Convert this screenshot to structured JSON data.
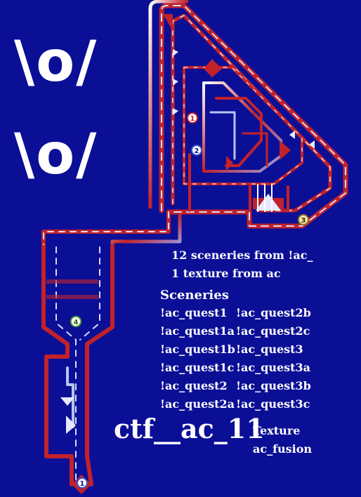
{
  "emotes": [
    "\\o/",
    "\\o/"
  ],
  "info": {
    "line1": "12 sceneries from !ac_",
    "line2": "1 texture from ac",
    "sceneries_heading": "Sceneries"
  },
  "sceneries_left": [
    "!ac_quest1",
    "!ac_quest1a",
    "!ac_quest1b",
    "!ac_quest1c",
    "!ac_quest2",
    "!ac_quest2a"
  ],
  "sceneries_right": [
    "!ac_quest2b",
    "!ac_quest2c",
    "!ac_quest3",
    "!ac_quest3a",
    "!ac_quest3b",
    "!ac_quest3c"
  ],
  "map_title": "ctf__ac_11",
  "texture": {
    "heading": "Texture",
    "name": "ac_fusion"
  },
  "markers": [
    "1",
    "2",
    "3",
    "4",
    "1"
  ],
  "colors": {
    "background": "#0b0f96",
    "wall_red": "#c2222a",
    "wall_light": "#b9c3f0",
    "legend_green": "#9bd63a"
  }
}
